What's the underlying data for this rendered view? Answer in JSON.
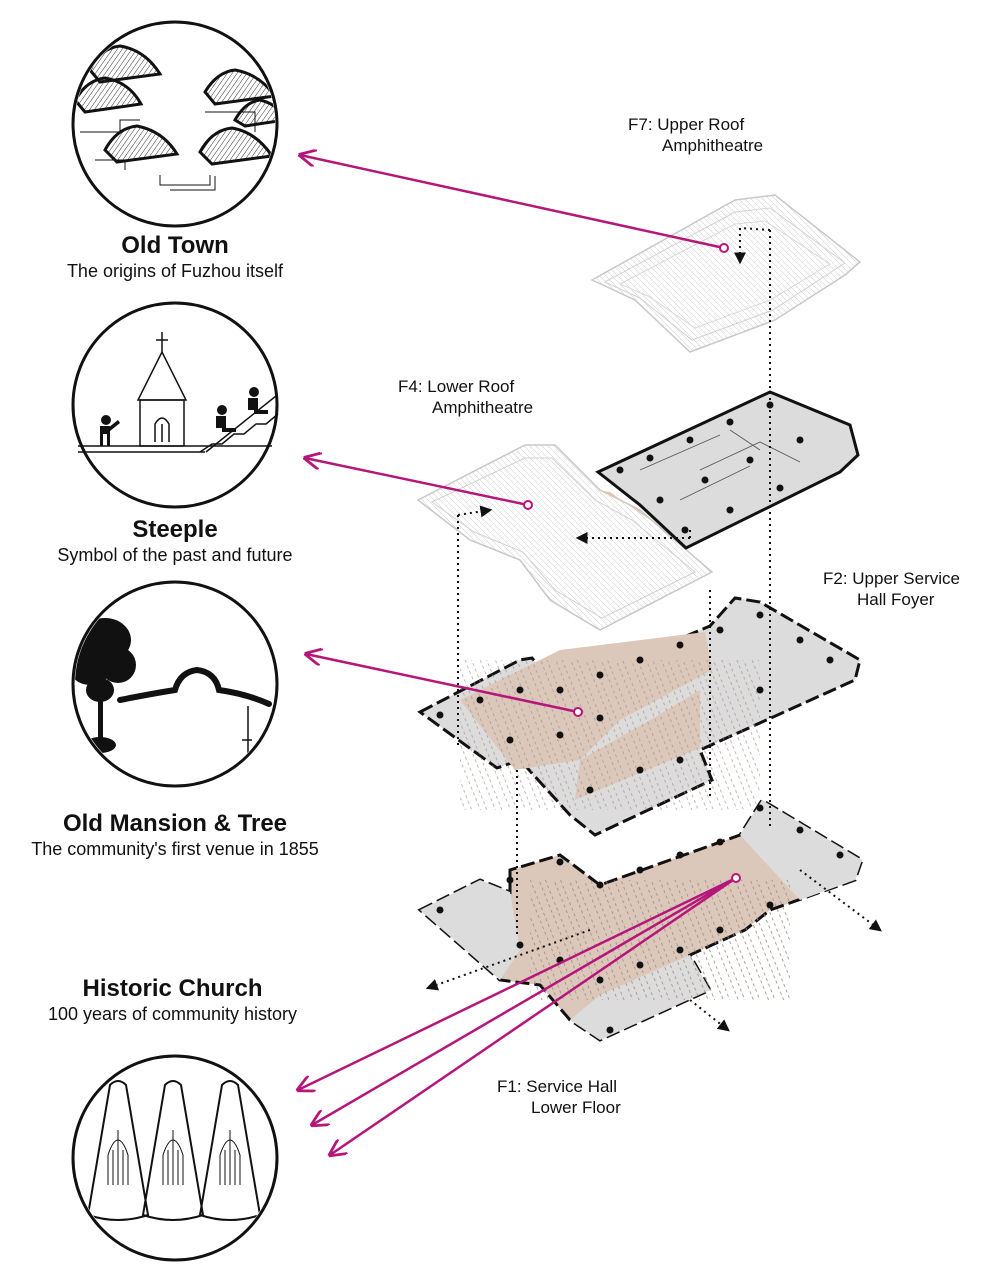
{
  "precedents": [
    {
      "title": "Old Town",
      "subtitle": "The origins of Fuzhou itself"
    },
    {
      "title": "Steeple",
      "subtitle": "Symbol of the past and future"
    },
    {
      "title": "Old Mansion & Tree",
      "subtitle": "The community's first venue in 1855"
    },
    {
      "title": "Historic Church",
      "subtitle": "100 years of community history"
    }
  ],
  "floors": {
    "f7": {
      "line1": "F7: Upper Roof",
      "line2": "Amphitheatre"
    },
    "f4": {
      "line1": "F4: Lower Roof",
      "line2": "Amphitheatre"
    },
    "f2": {
      "line1": "F2: Upper Service",
      "line2": "Hall Foyer"
    },
    "f1": {
      "line1": "F1: Service Hall",
      "line2": "Lower Floor"
    }
  },
  "colors": {
    "connector": "#b5167a",
    "floor_fill": "#dcdcdc",
    "hall_fill": "#dcc8bb",
    "roof_stroke": "#c8c8c8",
    "ink": "#111111"
  }
}
